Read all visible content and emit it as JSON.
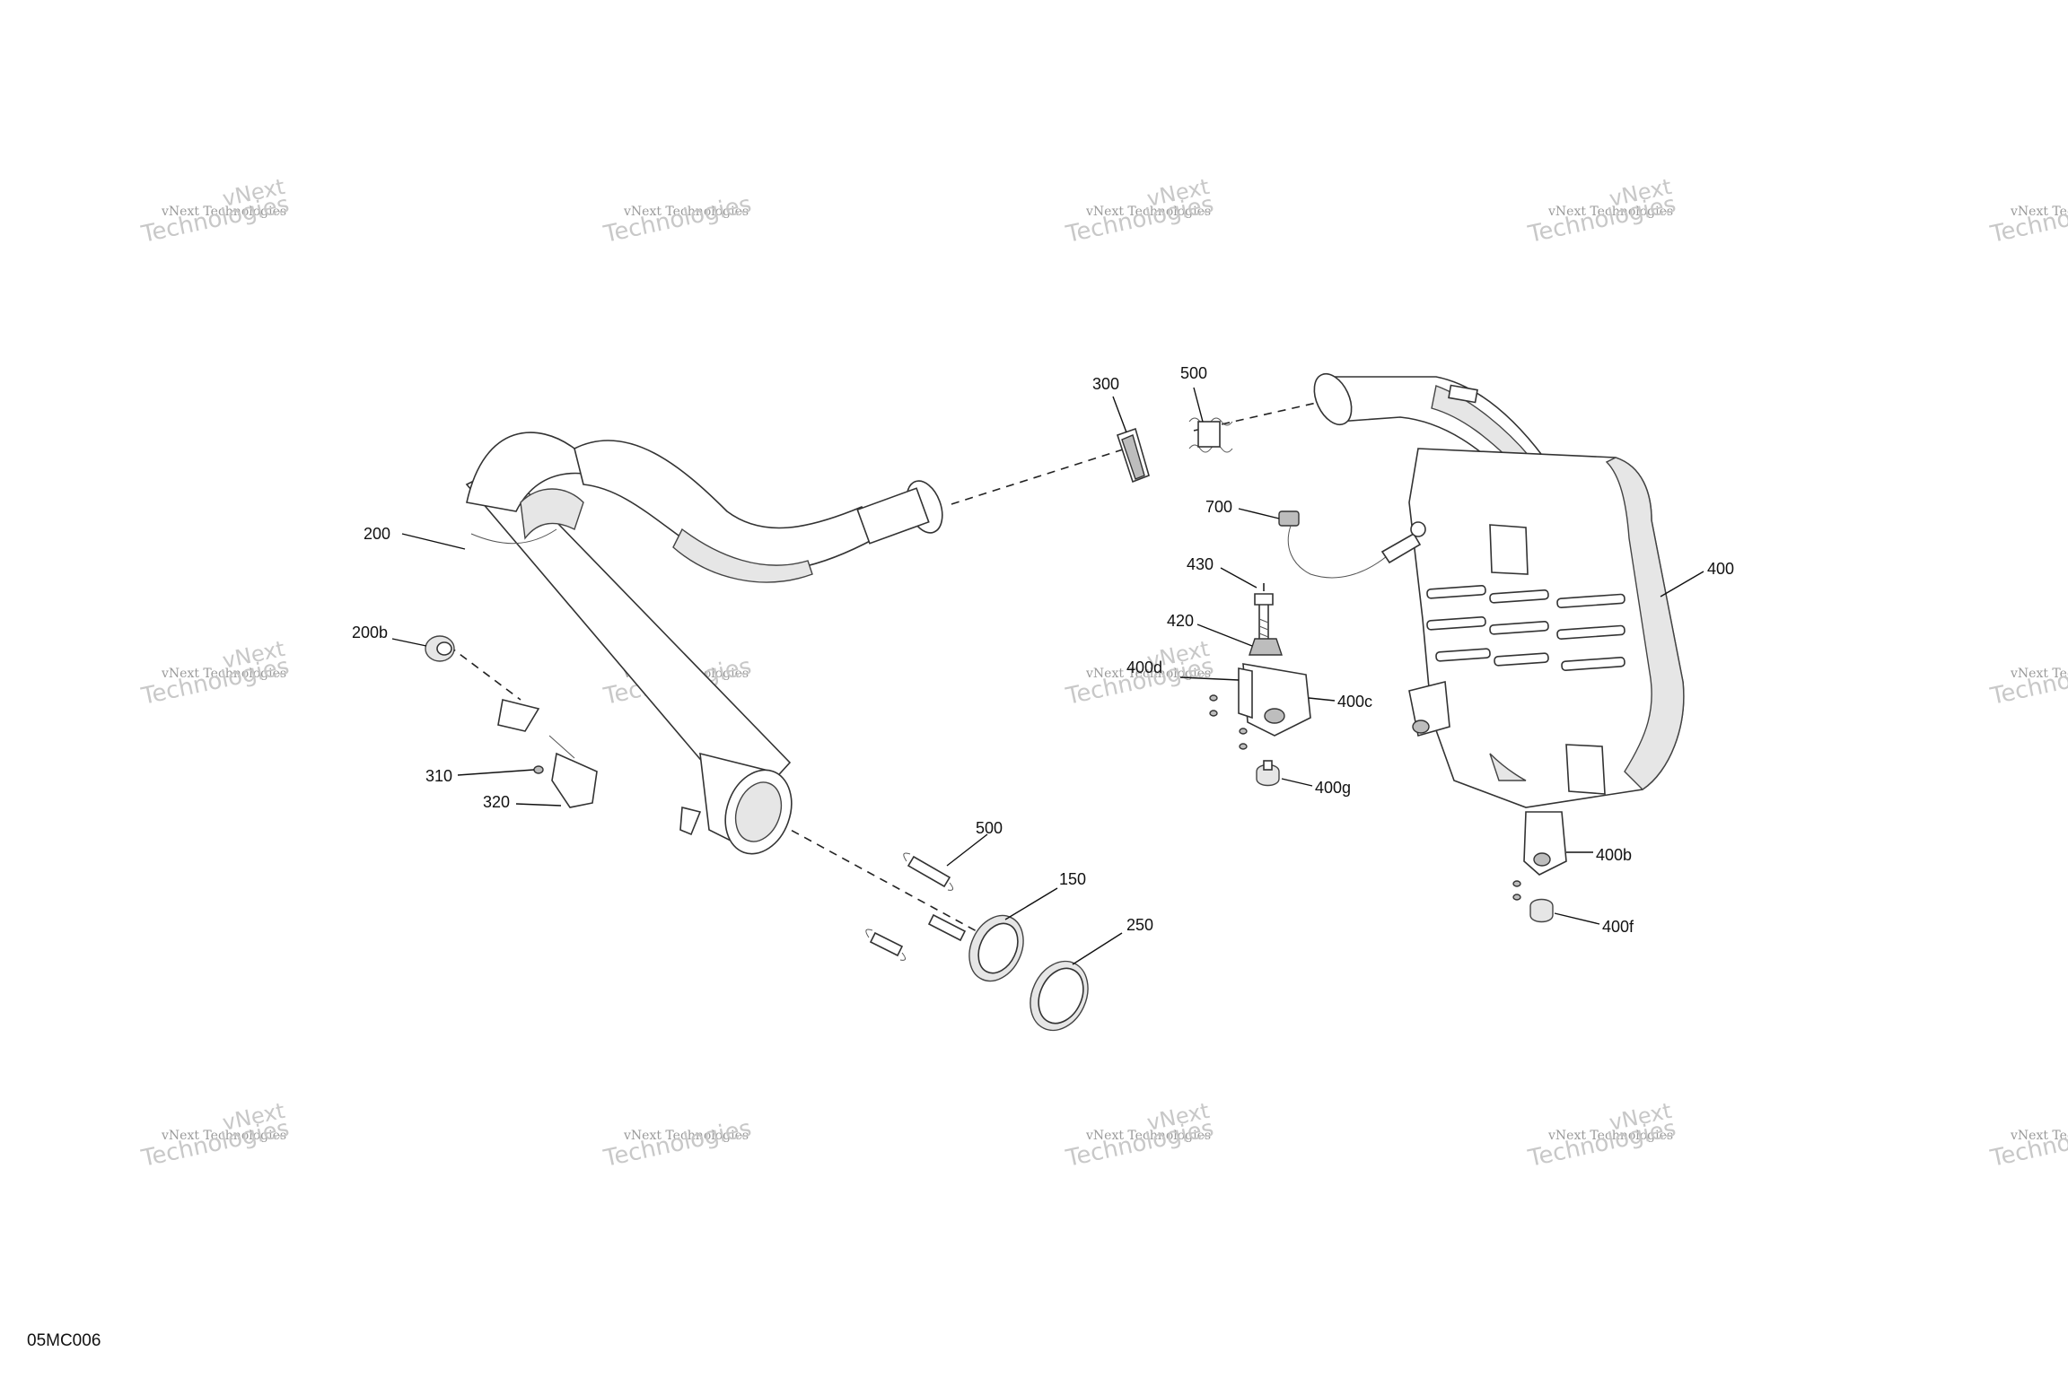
{
  "drawing_code": "05MC006",
  "watermark": {
    "line1": "vNext Technologies",
    "line2": "Technologies",
    "line3": "vNext"
  },
  "callouts": {
    "c200": "200",
    "c200b": "200b",
    "c310": "310",
    "c320": "320",
    "c300": "300",
    "c500_top": "500",
    "c700": "700",
    "c430": "430",
    "c420": "420",
    "c400d": "400d",
    "c400c": "400c",
    "c400g": "400g",
    "c400": "400",
    "c400b": "400b",
    "c400f": "400f",
    "c500_bottom": "500",
    "c150": "150",
    "c250": "250"
  }
}
